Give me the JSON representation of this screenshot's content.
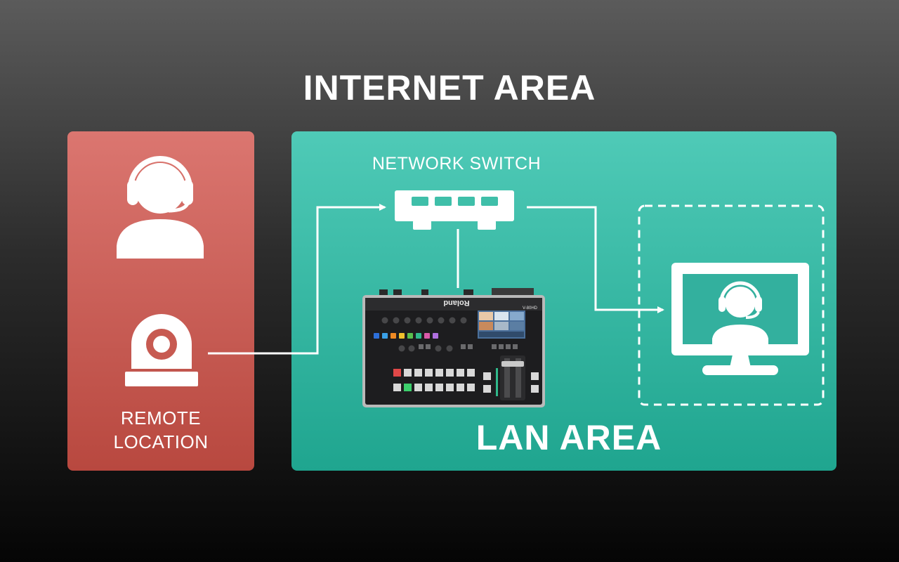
{
  "title": "INTERNET AREA",
  "remote": {
    "label_line1": "REMOTE",
    "label_line2": "LOCATION"
  },
  "network_switch_label": "NETWORK SWITCH",
  "lan_label": "LAN AREA",
  "device_brand": "Roland",
  "device_model": "V-80HD",
  "icons": [
    "headset-operator-icon",
    "ptz-camera-icon",
    "network-switch-icon",
    "video-switcher-device",
    "monitor-operator-icon"
  ],
  "colors": {
    "remote_panel": "#c85a52",
    "lan_panel": "#36b8a3",
    "background_top": "#5b5b5b",
    "background_bottom": "#050505"
  }
}
